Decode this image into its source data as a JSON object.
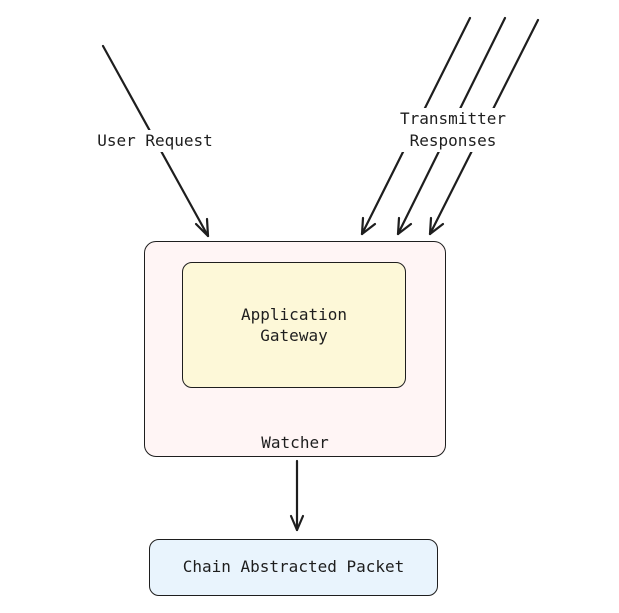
{
  "diagram": {
    "user_request_label": "User Request",
    "transmitter_label_line1": "Transmitter",
    "transmitter_label_line2": "Responses",
    "gateway_label_line1": "Application",
    "gateway_label_line2": "Gateway",
    "watcher_label": "Watcher",
    "packet_label": "Chain Abstracted Packet"
  },
  "colors": {
    "stroke": "#1e1e1e",
    "watcher_fill": "#fff5f5",
    "gateway_fill": "#fdf8d8",
    "packet_fill": "#e9f4fd"
  }
}
